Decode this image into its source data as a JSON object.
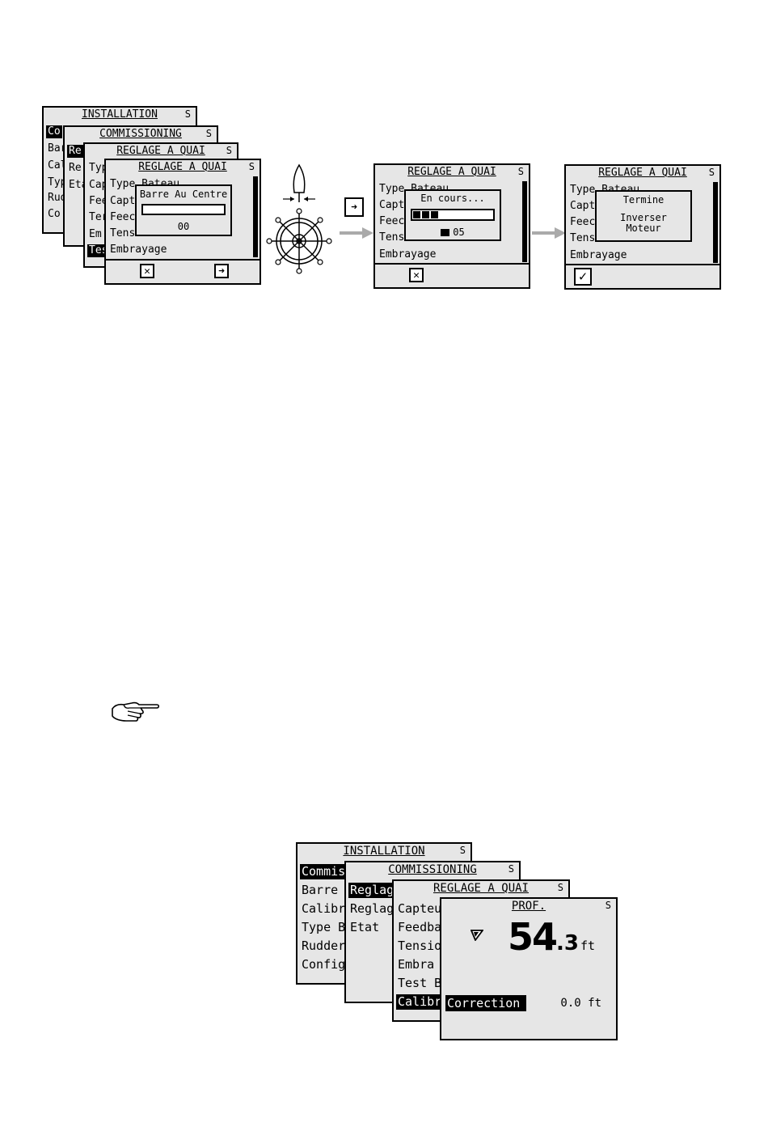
{
  "labels": {
    "s": "S",
    "installation": "INSTALLATION",
    "commissioning": "COMMISSIONING",
    "reglage_a_quai": "REGLAGE A QUAI",
    "prof": "PROF."
  },
  "stack1": {
    "inst_items": [
      "Co",
      "Bar",
      "Cal",
      "Typ",
      "Rud",
      "Co"
    ],
    "comm_items": [
      "Re",
      "Re",
      "Eta"
    ],
    "rq1_items": [
      "Typ",
      "Cap",
      "Fee",
      "Ter",
      "Em",
      "Tes"
    ],
    "rq2_items": [
      "Type Bateau",
      "Capt",
      "Feec",
      "Tens",
      "Embrayage"
    ],
    "popup_title": "Barre Au Centre",
    "popup_value": "00"
  },
  "screen2": {
    "items": [
      "Type Bateau",
      "Capt",
      "Feec",
      "Tens",
      "Embrayage"
    ],
    "popup_title": "En cours...",
    "popup_value": "05"
  },
  "screen3": {
    "items": [
      "Type Bateau",
      "Capt",
      "Feec",
      "Tens",
      "Embrayage"
    ],
    "popup_line1": "Termine",
    "popup_line2": "Inverser",
    "popup_line3": "Moteur"
  },
  "stack2": {
    "inst_items": [
      "Commis",
      "Barre",
      "Calibra",
      "Type B",
      "Rudder",
      "Config."
    ],
    "comm_items": [
      "Reglag",
      "Reglag",
      "Etat"
    ],
    "rq_items": [
      "Capteu",
      "Feedba",
      "Tensio",
      "Embra",
      "Test B",
      "Calibra"
    ],
    "prof_value_int": "54",
    "prof_value_dec": ".3",
    "prof_unit": "ft",
    "correction_label": "Correction",
    "correction_value": "0.0 ft"
  },
  "icons": {
    "cancel": "✕",
    "next": "➜",
    "ok": "✓"
  }
}
